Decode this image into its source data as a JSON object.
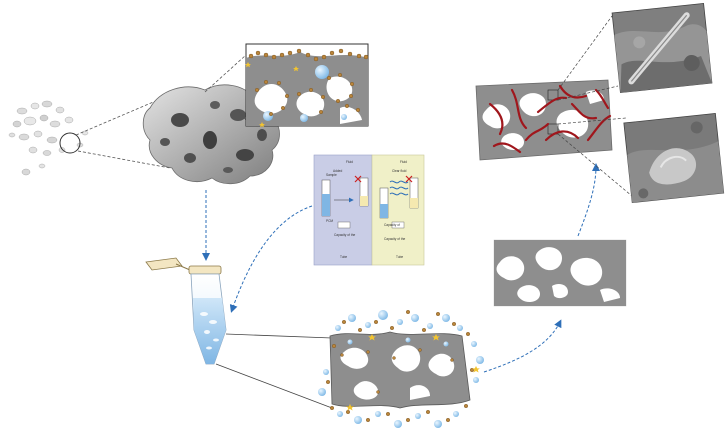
{
  "panel_texts": {
    "blue": [
      "Fluid",
      "Sample",
      "Added",
      "PCM",
      "Capacity of the",
      "Tube"
    ],
    "yellow": [
      "Fluid",
      "Clear fluid",
      "Capacity of",
      "Capacity of the",
      "Tube"
    ]
  },
  "colors": {
    "scaffold": "#8e8e8e",
    "pore_shadow": "#5a5a5a",
    "arrow": "#2e6fb8",
    "fiber": "#a0161c",
    "blue_panel": "#c9cde6",
    "yellow_panel": "#f0f0c8",
    "nanoparticle": "#b9853b",
    "bubble": "#a9d3f2"
  }
}
